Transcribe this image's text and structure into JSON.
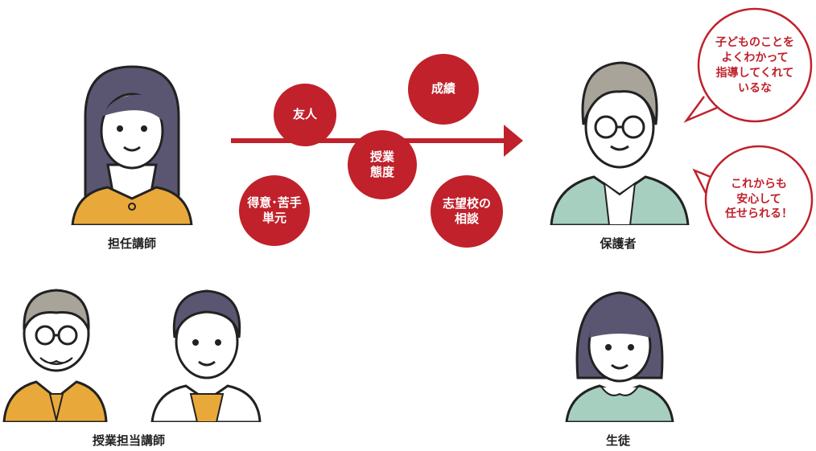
{
  "people": {
    "homeroom_teacher": "担任講師",
    "class_teachers": "授業担当講師",
    "guardian": "保護者",
    "student": "生徒"
  },
  "topics": {
    "friends": "友人",
    "grades": "成績",
    "class_attitude": "授業\n態度",
    "strong_weak_units": "得意･苦手\n単元",
    "school_choice_consult": "志望校の\n相談"
  },
  "speech": {
    "top": "子どものことを\nよくわかって\n指導してくれて\nいるな",
    "bottom": "これからも\n安心して\n任せられる！"
  },
  "colors": {
    "accent": "#c0212b",
    "outline": "#222222",
    "hair_dark": "#5a5672",
    "hair_gray": "#a8a49a",
    "mustard": "#e9a93a",
    "mint": "#a7cfc0"
  }
}
